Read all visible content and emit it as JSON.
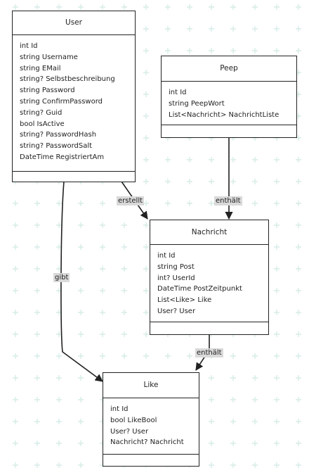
{
  "classes": {
    "user": {
      "name": "User",
      "attributes": [
        "int Id",
        "string Username",
        "string EMail",
        "string? Selbstbeschreibung",
        "string Password",
        "string ConfirmPassword",
        "string? Guid",
        "bool IsActive",
        "string? PasswordHash",
        "string? PasswordSalt",
        "DateTime RegistriertAm"
      ]
    },
    "peep": {
      "name": "Peep",
      "attributes": [
        "int Id",
        "string PeepWort",
        "List<Nachricht> NachrichtListe"
      ]
    },
    "nachricht": {
      "name": "Nachricht",
      "attributes": [
        "int Id",
        "string Post",
        "int? UserId",
        "DateTime PostZeitpunkt",
        "List<Like> Like",
        "User? User"
      ]
    },
    "like": {
      "name": "Like",
      "attributes": [
        "int Id",
        "bool LikeBool",
        "User? User",
        "Nachricht? Nachricht"
      ]
    }
  },
  "relations": {
    "user_nachricht": "erstellt",
    "peep_nachricht": "enthält",
    "user_like": "gibt",
    "nachricht_like": "enthält"
  },
  "colors": {
    "line": "#222222",
    "label_bg": "#d9d9d9",
    "grid": "#d6ece7"
  }
}
